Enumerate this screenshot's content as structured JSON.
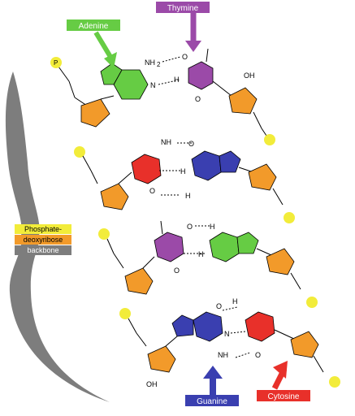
{
  "labels": {
    "adenine": "Adenine",
    "thymine": "Thymine",
    "guanine": "Guanine",
    "cytosine": "Cytosine"
  },
  "legend": {
    "phosphate": "Phosphate-",
    "deoxyribose": "deoxyribose",
    "backbone": "backbone"
  },
  "atoms": {
    "nh2": "NH",
    "two": "2",
    "h2n": "H",
    "n": "N",
    "h": "H",
    "o": "O",
    "oh": "OH",
    "p": "P",
    "minus": "−",
    "o_h": "O—H"
  },
  "colors": {
    "adenine": "#66cc44",
    "thymine": "#9b4aa8",
    "guanine": "#3a3fb0",
    "cytosine": "#e8302a",
    "phosphate": "#f2ec3a",
    "sugar": "#f29a2a",
    "backbone": "#7d7d7d"
  }
}
